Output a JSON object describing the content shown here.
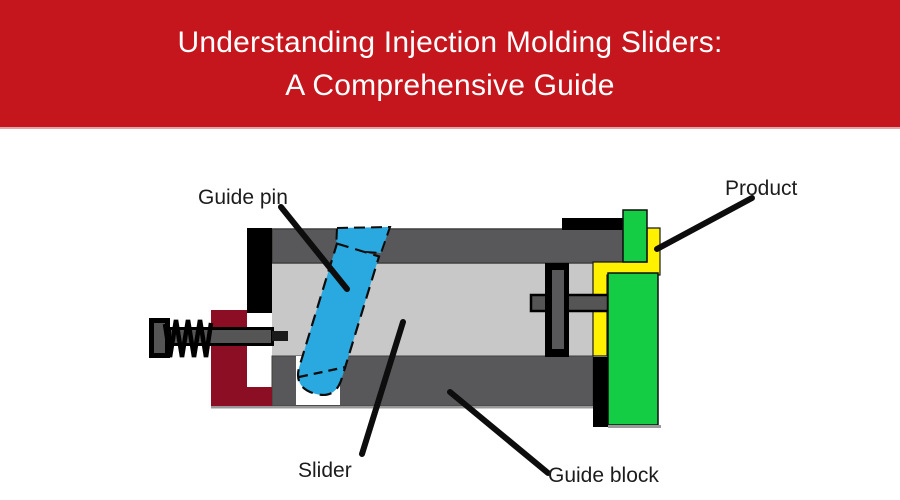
{
  "header": {
    "title_line1": "Understanding Injection Molding Sliders:",
    "title_line2": "A Comprehensive Guide",
    "background": "#C5161D",
    "text_color": "#FFFFFF"
  },
  "diagram": {
    "labels": {
      "guide_pin": "Guide pin",
      "product": "Product",
      "slider": "Slider",
      "guide_block": "Guide block"
    },
    "colors": {
      "pin_blue": "#29A9E0",
      "product_yellow": "#FFF100",
      "mold_green": "#15CC45",
      "plate_dark_gray": "#58585A",
      "slider_light_gray": "#C8C8C8",
      "maroon": "#8C0E24",
      "connector_gray": "#555555",
      "hardware_black": "#000000",
      "baseline_gray": "#999999",
      "pocket_white": "#FFFFFF"
    }
  }
}
